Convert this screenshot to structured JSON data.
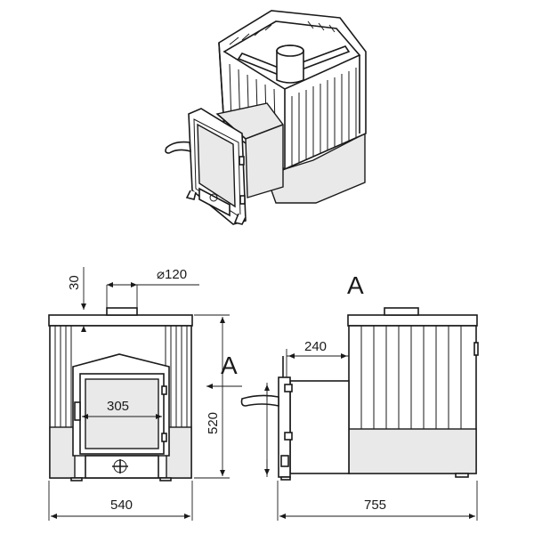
{
  "dimensions": {
    "chimney_offset": "30",
    "chimney_diameter": "⌀120",
    "front_width": "540",
    "door_width": "305",
    "height": "520",
    "side_depth": "755",
    "firebox_depth": "240"
  },
  "view_labels": {
    "section_arrow": "A",
    "view_side": "A"
  },
  "colors": {
    "line": "#1a1a1a",
    "panel_fill": "#e9e9e9",
    "background": "#ffffff"
  }
}
